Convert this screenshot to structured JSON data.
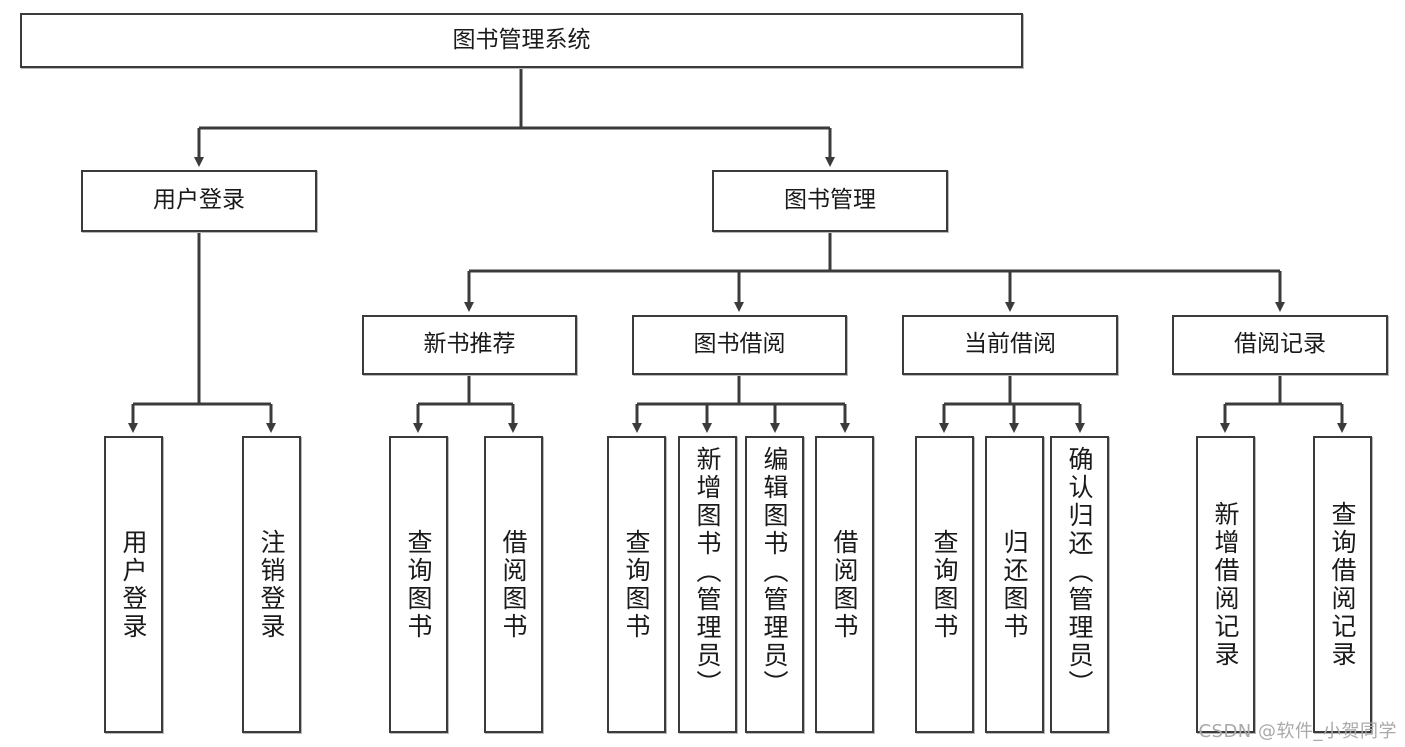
{
  "diagram": {
    "title_node": {
      "label": "图书管理系统"
    },
    "level2": [
      {
        "label": "用户登录"
      },
      {
        "label": "图书管理"
      }
    ],
    "level3": [
      {
        "label": "新书推荐"
      },
      {
        "label": "图书借阅"
      },
      {
        "label": "当前借阅"
      },
      {
        "label": "借阅记录"
      }
    ],
    "leaves": {
      "user_login": [
        {
          "label": "用户登录"
        },
        {
          "label": "注销登录"
        }
      ],
      "new_book_recommend": [
        {
          "label": "查询图书"
        },
        {
          "label": "借阅图书"
        }
      ],
      "book_borrow": [
        {
          "label": "查询图书"
        },
        {
          "label": "新增图书（管理员）"
        },
        {
          "label": "编辑图书（管理员）"
        },
        {
          "label": "借阅图书"
        }
      ],
      "current_borrow": [
        {
          "label": "查询图书"
        },
        {
          "label": "归还图书"
        },
        {
          "label": "确认归还（管理员）"
        }
      ],
      "borrow_record": [
        {
          "label": "新增借阅记录"
        },
        {
          "label": "查询借阅记录"
        }
      ]
    }
  },
  "watermark": {
    "text": "CSDN @软件_小贺同学"
  },
  "colors": {
    "box_border": "#3b3b3b",
    "box_fill": "#ffffff",
    "line": "#3b3b3b",
    "text": "#1a1a1a",
    "watermark": "#a9a9a9"
  }
}
